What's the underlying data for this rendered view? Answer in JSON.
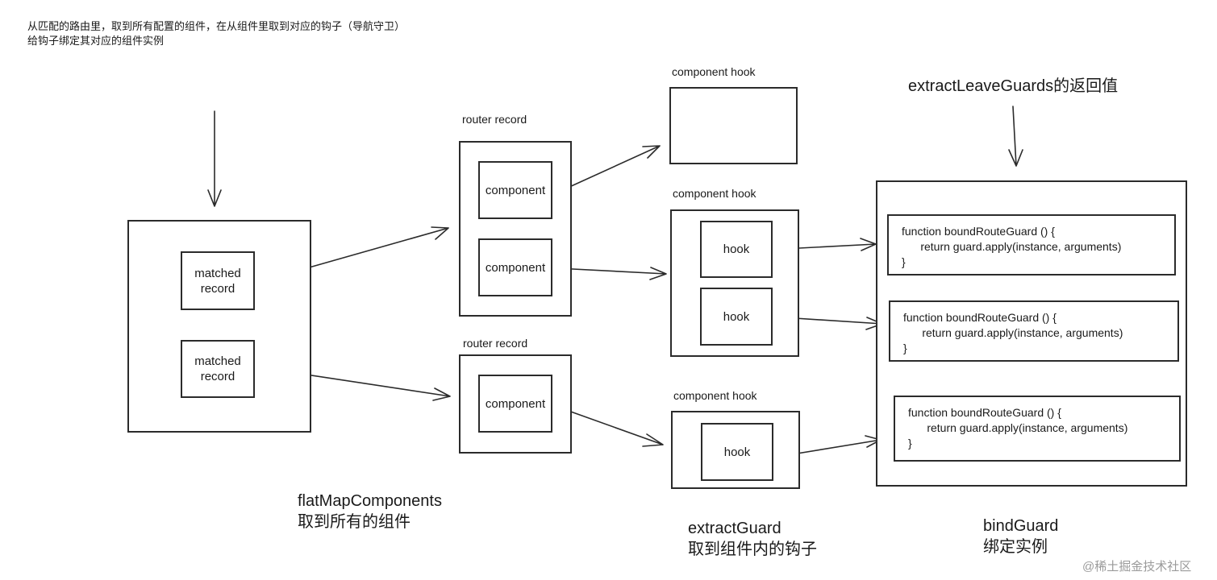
{
  "notes": {
    "line1": "从匹配的路由里，取到所有配置的组件，在从组件里取到对应的钩子（导航守卫）",
    "line2": "给钩子绑定其对应的组件实例"
  },
  "matched": {
    "record1": "matched\nrecord",
    "record2": "matched\nrecord"
  },
  "router": {
    "label1": "router record",
    "label2": "router record",
    "component": "component"
  },
  "hooks": {
    "group_label": "component hook",
    "hook": "hook"
  },
  "guards": {
    "top_label": "extractLeaveGuards的返回值",
    "line1": "function boundRouteGuard () {",
    "line2": "      return guard.apply(instance, arguments)",
    "line3": "}"
  },
  "captions": {
    "flat_title": "flatMapComponents",
    "flat_desc": "取到所有的组件",
    "extract_title": "extractGuard",
    "extract_desc": "取到组件内的钩子",
    "bind_title": "bindGuard",
    "bind_desc": "绑定实例"
  },
  "watermark": "@稀土掘金技术社区"
}
